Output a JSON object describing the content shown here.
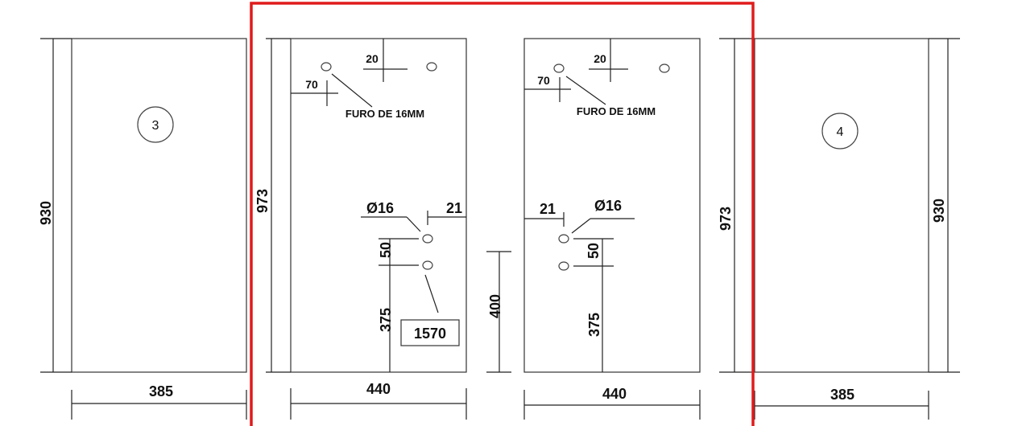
{
  "panels": {
    "p3": {
      "badge": "3",
      "height": "930",
      "width": "385"
    },
    "p1": {
      "height": "973",
      "width": "440",
      "top_offset": "20",
      "side_offset": "70",
      "hole_note": "FURO DE 16MM",
      "diameter": "Ø16",
      "edge_offset": "21",
      "spacing": "50",
      "lower_height": "375",
      "boxed_label": "1570"
    },
    "p2": {
      "height": "973",
      "width": "440",
      "top_offset": "20",
      "side_offset": "70",
      "hole_note": "FURO DE 16MM",
      "diameter": "Ø16",
      "edge_offset": "21",
      "spacing": "50",
      "lower_height": "375"
    },
    "p4": {
      "badge": "4",
      "height": "930",
      "width": "385"
    }
  },
  "gap_height": "400",
  "colors": {
    "highlight_frame": "#e01b1b",
    "lines": "#222222",
    "background": "#ffffff"
  }
}
